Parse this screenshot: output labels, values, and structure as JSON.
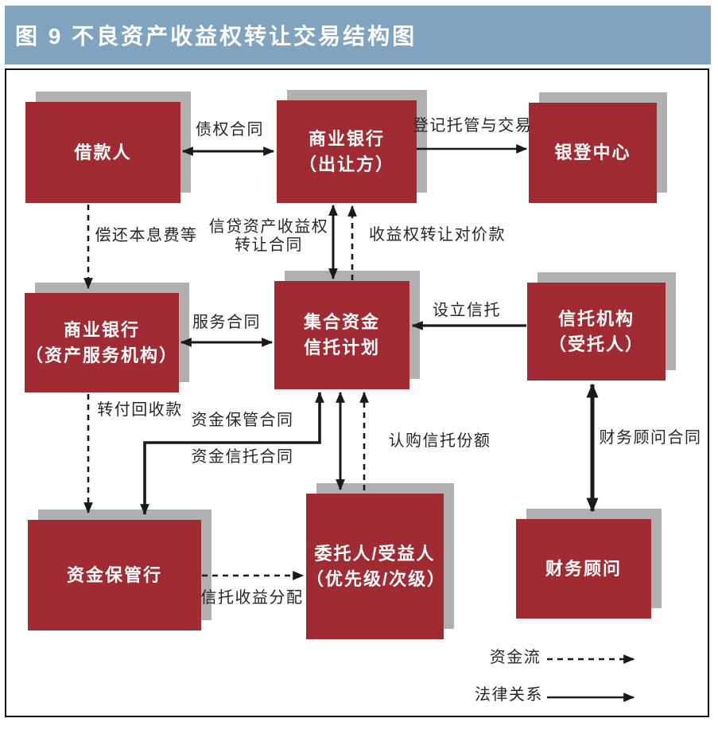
{
  "title": "图 9  不良资产收益权转让交易结构图",
  "colors": {
    "box_red": "#a12b33",
    "shadow_gray": "#b0b0b0",
    "header_blue": "#80a4bf",
    "line_dark": "#1a1a1a",
    "label_dark": "#262626"
  },
  "nodes": {
    "borrower": {
      "line1": "借款人",
      "line2": ""
    },
    "bank_transferor": {
      "line1": "商业银行",
      "line2": "（出让方）"
    },
    "yindeng_center": {
      "line1": "银登中心",
      "line2": ""
    },
    "bank_servicer": {
      "line1": "商业银行",
      "line2": "（资产服务机构）"
    },
    "trust_plan": {
      "line1": "集合资金",
      "line2": "信托计划"
    },
    "trustee": {
      "line1": "信托机构",
      "line2": "（受托人）"
    },
    "custodian_bank": {
      "line1": "资金保管行",
      "line2": ""
    },
    "beneficiary": {
      "line1": "委托人/受益人",
      "line2": "（优先级/次级）"
    },
    "financial_advisor": {
      "line1": "财务顾问",
      "line2": ""
    }
  },
  "edge_labels": {
    "debt_contract": "债权合同",
    "registration_custody_trading": "登记托管与交易",
    "repay_principal_interest": "偿还本息费等",
    "credit_asset_income_right_l1": "信贷资产收益权",
    "credit_asset_income_right_l2": "转让合同",
    "income_right_consideration": "收益权转让对价款",
    "service_contract": "服务合同",
    "establish_trust": "设立信托",
    "forward_recovered_funds": "转付回收款",
    "fund_custody_contract": "资金保管合同",
    "fund_trust_contract": "资金信托合同",
    "subscribe_trust_shares": "认购信托份额",
    "financial_advisor_contract": "财务顾问合同",
    "trust_income_distribution": "信托收益分配"
  },
  "legend": {
    "funds_flow": "资金流",
    "legal_relation": "法律关系"
  }
}
